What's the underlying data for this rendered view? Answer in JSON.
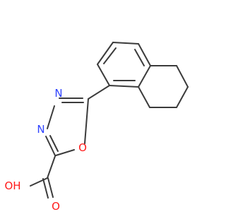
{
  "diagram": {
    "type": "chemical-structure",
    "atoms": [
      {
        "id": "n_upper",
        "text": "N",
        "element": "nitrogen",
        "color": "#2f43ff"
      },
      {
        "id": "n_lower",
        "text": "N",
        "element": "nitrogen",
        "color": "#2f43ff"
      },
      {
        "id": "o_ring",
        "text": "O",
        "element": "oxygen",
        "color": "#ff1a1a"
      },
      {
        "id": "o_carbonyl",
        "text": "O",
        "element": "oxygen",
        "color": "#ff1a1a"
      },
      {
        "id": "oh_group",
        "text": "OH",
        "element": "hydroxyl",
        "color": "#ff1a1a"
      }
    ],
    "bond_color": "#3b3b3b"
  }
}
